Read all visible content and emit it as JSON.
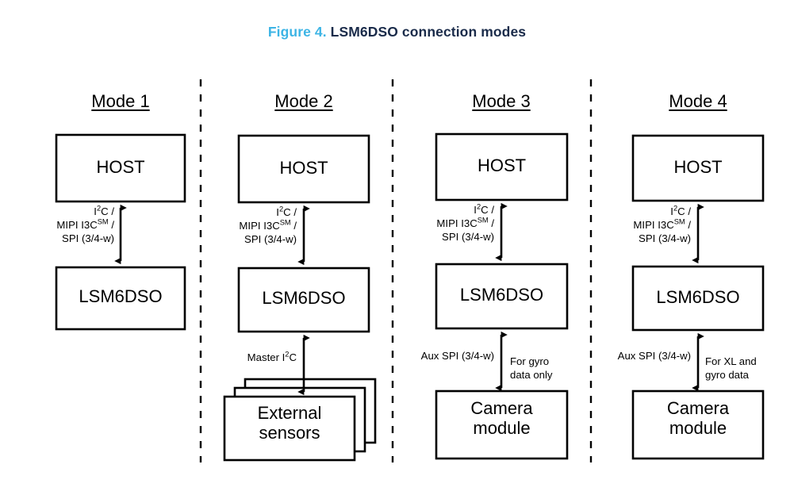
{
  "caption": {
    "number": "Figure 4.",
    "title": "LSM6DSO connection modes"
  },
  "colors": {
    "caption_number": "#3CB4E5",
    "caption_title": "#1A2B4A",
    "stroke": "#000000",
    "background": "#FFFFFF"
  },
  "diagram": {
    "type": "block-diagram",
    "separator_count": 3,
    "columns": [
      {
        "id": "mode-1",
        "title": "Mode 1",
        "blocks": [
          {
            "id": "host",
            "label": "HOST"
          },
          {
            "id": "lsm6dso",
            "label": "LSM6DSO"
          }
        ],
        "connections": [
          {
            "id": "host-to-lsm6dso",
            "from": "host",
            "to": "lsm6dso",
            "direction": "bidirectional",
            "label_left": [
              "I2C /",
              "MIPI I3CSM /",
              "SPI (3/4-w)"
            ],
            "label_left_html": "I<sup>2</sup>C /<br>MIPI I3C<sup>SM</sup> /<br>SPI (3/4-w)",
            "label_right": null
          }
        ]
      },
      {
        "id": "mode-2",
        "title": "Mode 2",
        "blocks": [
          {
            "id": "host",
            "label": "HOST"
          },
          {
            "id": "lsm6dso",
            "label": "LSM6DSO"
          },
          {
            "id": "external-sensors",
            "label": "External\nsensors",
            "style": "stacked"
          }
        ],
        "connections": [
          {
            "id": "host-to-lsm6dso",
            "from": "host",
            "to": "lsm6dso",
            "direction": "bidirectional",
            "label_left": [
              "I2C /",
              "MIPI I3CSM /",
              "SPI (3/4-w)"
            ],
            "label_left_html": "I<sup>2</sup>C /<br>MIPI I3C<sup>SM</sup> /<br>SPI (3/4-w)",
            "label_right": null
          },
          {
            "id": "lsm6dso-to-external-sensors",
            "from": "lsm6dso",
            "to": "external-sensors",
            "direction": "bidirectional",
            "label_left": [
              "Master I2C"
            ],
            "label_left_html": "Master I<sup>2</sup>C",
            "label_right": null
          }
        ]
      },
      {
        "id": "mode-3",
        "title": "Mode 3",
        "blocks": [
          {
            "id": "host",
            "label": "HOST"
          },
          {
            "id": "lsm6dso",
            "label": "LSM6DSO"
          },
          {
            "id": "camera-module",
            "label": "Camera\nmodule"
          }
        ],
        "connections": [
          {
            "id": "host-to-lsm6dso",
            "from": "host",
            "to": "lsm6dso",
            "direction": "bidirectional",
            "label_left": [
              "I2C /",
              "MIPI I3CSM /",
              "SPI (3/4-w)"
            ],
            "label_left_html": "I<sup>2</sup>C /<br>MIPI I3C<sup>SM</sup> /<br>SPI (3/4-w)",
            "label_right": null
          },
          {
            "id": "lsm6dso-to-camera-module",
            "from": "lsm6dso",
            "to": "camera-module",
            "direction": "bidirectional",
            "label_left": [
              "Aux SPI (3/4-w)"
            ],
            "label_left_html": "Aux SPI (3/4-w)",
            "label_right": [
              "For gyro",
              "data only"
            ],
            "label_right_html": "For gyro<br>data only"
          }
        ]
      },
      {
        "id": "mode-4",
        "title": "Mode 4",
        "blocks": [
          {
            "id": "host",
            "label": "HOST"
          },
          {
            "id": "lsm6dso",
            "label": "LSM6DSO"
          },
          {
            "id": "camera-module",
            "label": "Camera\nmodule"
          }
        ],
        "connections": [
          {
            "id": "host-to-lsm6dso",
            "from": "host",
            "to": "lsm6dso",
            "direction": "bidirectional",
            "label_left": [
              "I2C /",
              "MIPI I3CSM /",
              "SPI (3/4-w)"
            ],
            "label_left_html": "I<sup>2</sup>C /<br>MIPI I3C<sup>SM</sup> /<br>SPI (3/4-w)",
            "label_right": null
          },
          {
            "id": "lsm6dso-to-camera-module",
            "from": "lsm6dso",
            "to": "camera-module",
            "direction": "bidirectional",
            "label_left": [
              "Aux SPI (3/4-w)"
            ],
            "label_left_html": "Aux SPI (3/4-w)",
            "label_right": [
              "For XL and",
              "gyro data"
            ],
            "label_right_html": "For XL and<br>gyro data"
          }
        ]
      }
    ]
  }
}
